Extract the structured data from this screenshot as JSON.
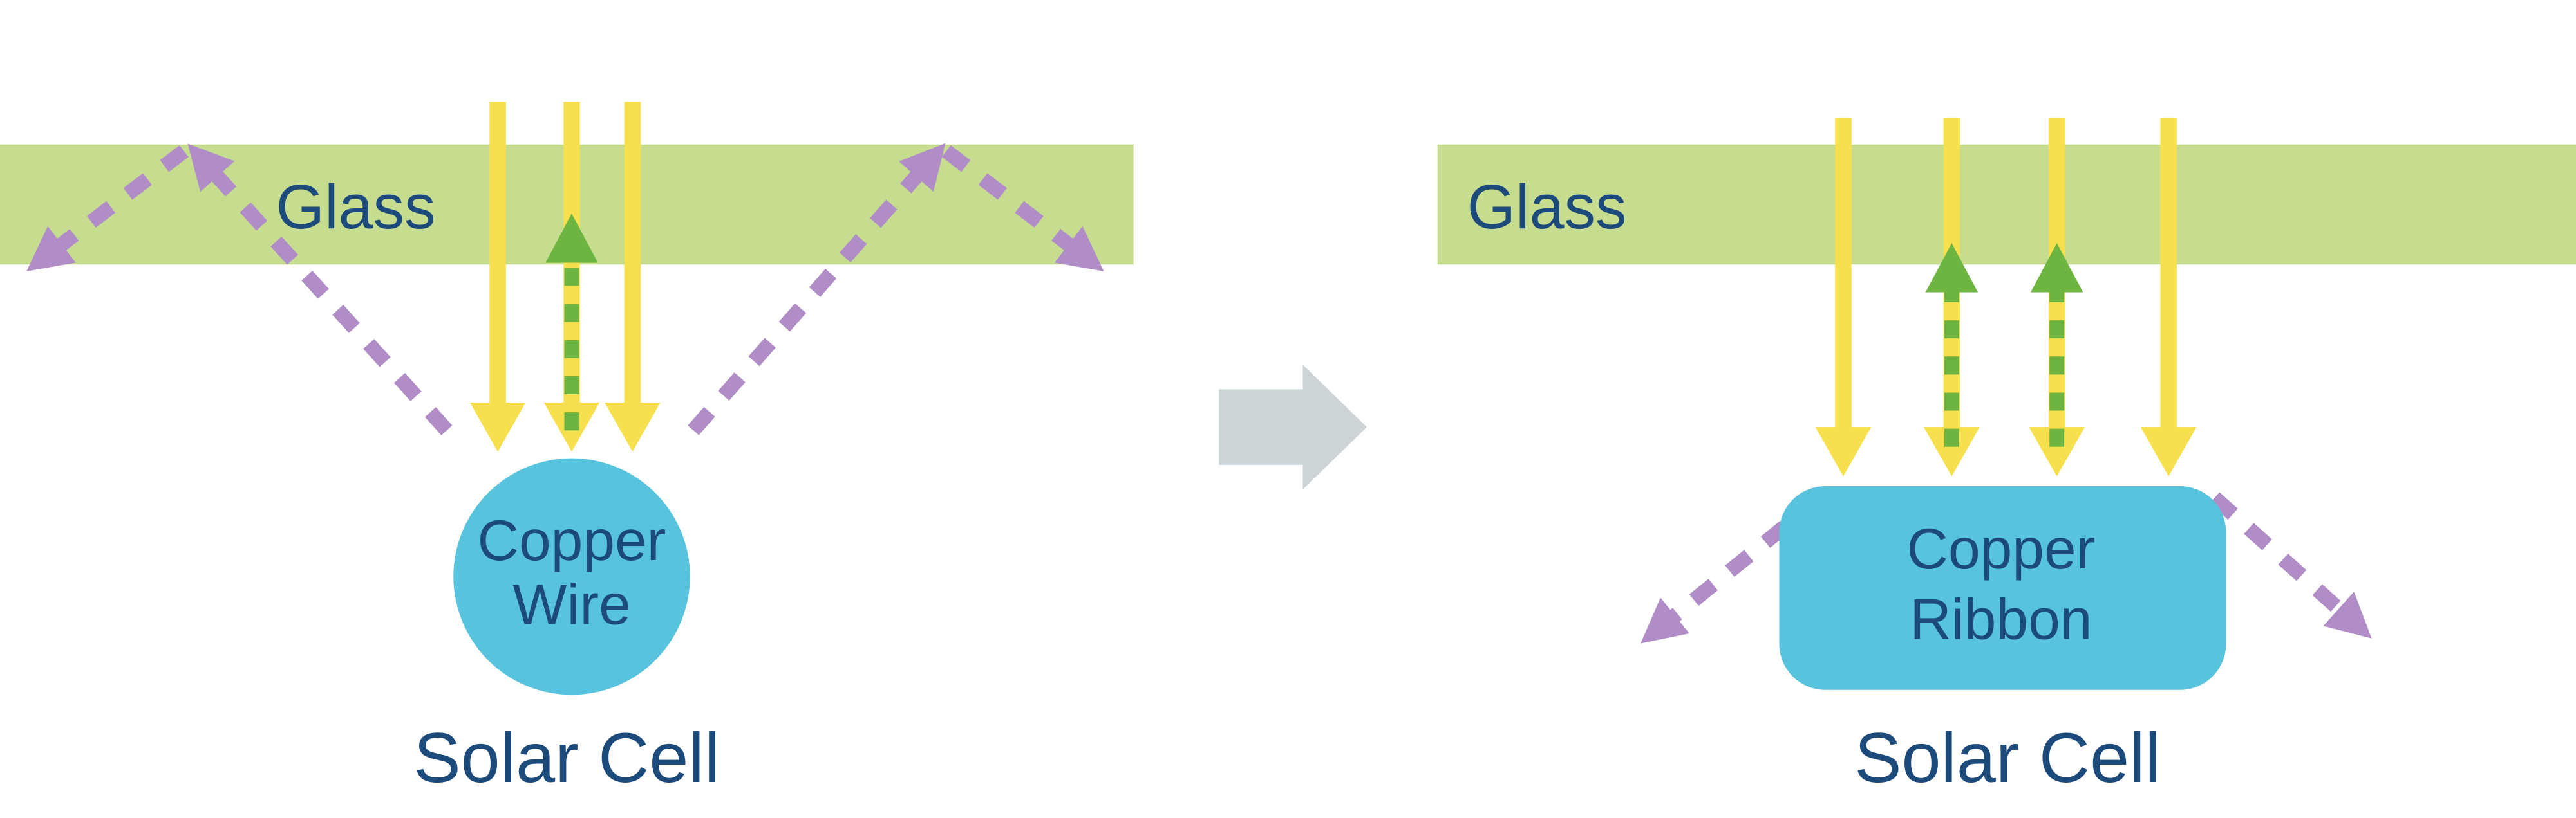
{
  "left_panel": {
    "glass_label": "Glass",
    "conductor_line1": "Copper",
    "conductor_line2": "Wire",
    "cell_label": "Solar Cell"
  },
  "right_panel": {
    "glass_label": "Glass",
    "conductor_line1": "Copper",
    "conductor_line2": "Ribbon",
    "cell_label": "Solar Cell"
  },
  "colors": {
    "glass": "#c6dd8f",
    "conductor": "#57c3dc",
    "incident_light": "#f6e04e",
    "reflected_light": "#6db441",
    "scattered_light": "#b18dc7",
    "transition_arrow": "#cdd4d8",
    "label_text": "#1c4a7b",
    "background": "#ffffff"
  },
  "icons": {
    "incident": "yellow-down-arrow",
    "reflected": "green-dashed-up-arrow",
    "scattered": "purple-dashed-arrow",
    "transition": "gray-right-block-arrow"
  }
}
